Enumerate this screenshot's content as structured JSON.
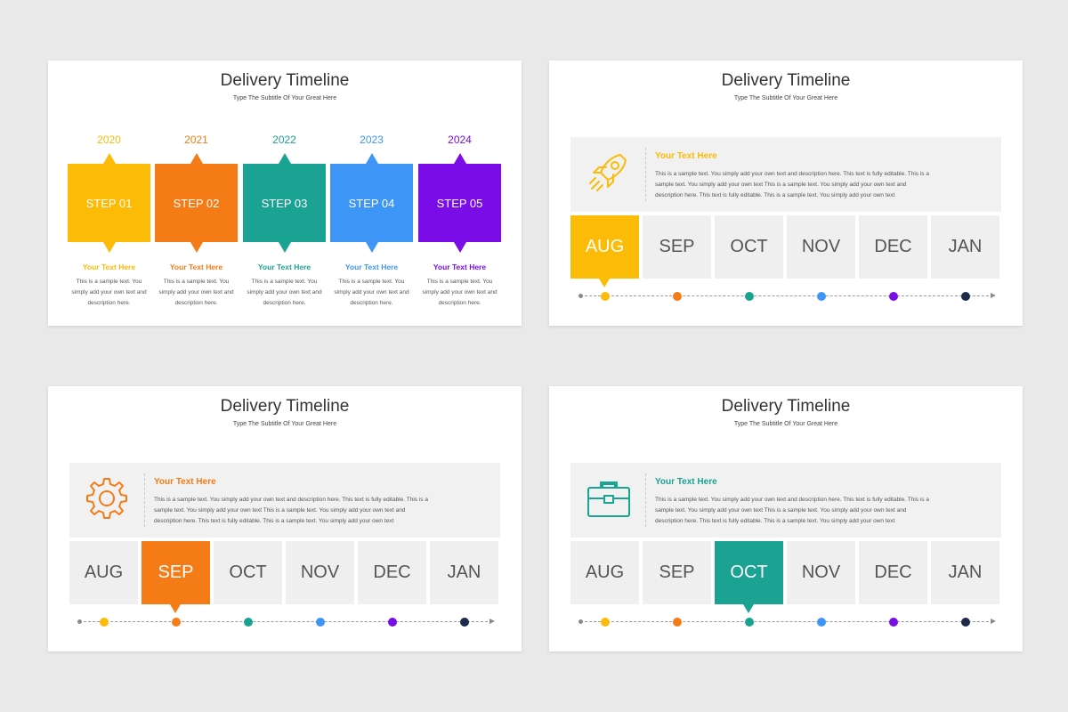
{
  "colors": {
    "yellow": "#fbbb06",
    "orange": "#f47b16",
    "teal": "#1aa393",
    "blue": "#3d96f5",
    "purple": "#7a0ce8",
    "navy": "#1c2b4a"
  },
  "slides": [
    {
      "title": "Delivery Timeline",
      "subtitle": "Type The Subtitle Of Your Great Here",
      "steps": [
        {
          "year": "2020",
          "label": "STEP 01",
          "heading": "Your Text Here",
          "desc": "This is a sample text. You simply add your own text and description here.",
          "color": "#fbbb06"
        },
        {
          "year": "2021",
          "label": "STEP 02",
          "heading": "Your Text Here",
          "desc": "This is a sample text. You simply add your own text and description here.",
          "color": "#f47b16"
        },
        {
          "year": "2022",
          "label": "STEP 03",
          "heading": "Your Text Here",
          "desc": "This is a sample text. You simply add your own text and description here.",
          "color": "#1aa393"
        },
        {
          "year": "2023",
          "label": "STEP 04",
          "heading": "Your Text Here",
          "desc": "This is a sample text. You simply add your own text and description here.",
          "color": "#3d96f5"
        },
        {
          "year": "2024",
          "label": "STEP 05",
          "heading": "Your Text Here",
          "desc": "This is a sample text. You simply add your own text and description here.",
          "color": "#7a0ce8"
        }
      ]
    },
    {
      "title": "Delivery Timeline",
      "subtitle": "Type The Subtitle Of Your Great Here",
      "icon": "rocket-icon",
      "heading": "Your Text Here",
      "text": "This is a sample text. You simply add your own text and description here. This text is fully editable. This is a sample text. You simply add your own text This is a sample text. You simply add your own text and description here. This text is fully editable. This is a sample text. You simply add your own text",
      "accent": "#fbbb06",
      "active_index": 0,
      "months": [
        "AUG",
        "SEP",
        "OCT",
        "NOV",
        "DEC",
        "JAN"
      ]
    },
    {
      "title": "Delivery Timeline",
      "subtitle": "Type The Subtitle Of Your Great Here",
      "icon": "gear-icon",
      "heading": "Your Text Here",
      "text": "This is a sample text. You simply add your own text and description here. This text is fully editable. This is a sample text. You simply add your own text This is a sample text. You simply add your own text and description here. This text is fully editable. This is a sample text. You simply add your own text",
      "accent": "#f47b16",
      "active_index": 1,
      "months": [
        "AUG",
        "SEP",
        "OCT",
        "NOV",
        "DEC",
        "JAN"
      ]
    },
    {
      "title": "Delivery Timeline",
      "subtitle": "Type The Subtitle Of Your Great Here",
      "icon": "briefcase-icon",
      "heading": "Your Text Here",
      "text": "This is a sample text. You simply add your own text and description here. This text is fully editable. This is a sample text. You simply add your own text This is a sample text. You simply add your own text and description here. This text is fully editable. This is a sample text. You simply add your own text",
      "accent": "#1aa393",
      "active_index": 2,
      "months": [
        "AUG",
        "SEP",
        "OCT",
        "NOV",
        "DEC",
        "JAN"
      ]
    }
  ],
  "timeline_dot_colors": [
    "#fbbb06",
    "#f47b16",
    "#1aa393",
    "#3d96f5",
    "#7a0ce8",
    "#1c2b4a"
  ]
}
